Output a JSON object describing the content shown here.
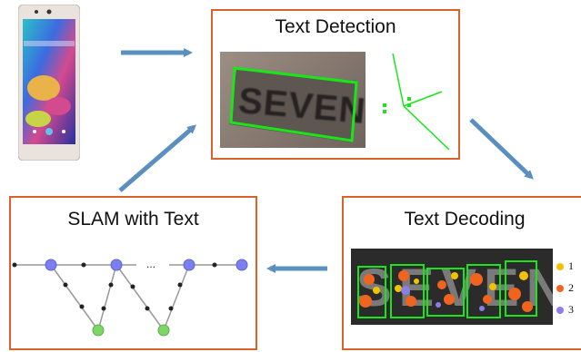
{
  "stages": {
    "detection": {
      "title": "Text Detection",
      "word": "SEVEN"
    },
    "decoding": {
      "title": "Text Decoding",
      "word": "SEVEN"
    },
    "slam": {
      "title": "SLAM with Text",
      "ellipsis": "..."
    }
  },
  "legend": [
    {
      "label": "1",
      "color": "#f2c200"
    },
    {
      "label": "2",
      "color": "#f0641e"
    },
    {
      "label": "3",
      "color": "#8a7fe6"
    }
  ],
  "colors": {
    "box_border": "#d9622b",
    "arrow": "#5a8fc0",
    "detection_green": "#19e619",
    "graph_node": "#7b7ff0",
    "graph_landmark": "#7ed66a",
    "graph_edge": "#999999"
  },
  "icons": [
    "phone-image",
    "arrow-icon"
  ]
}
